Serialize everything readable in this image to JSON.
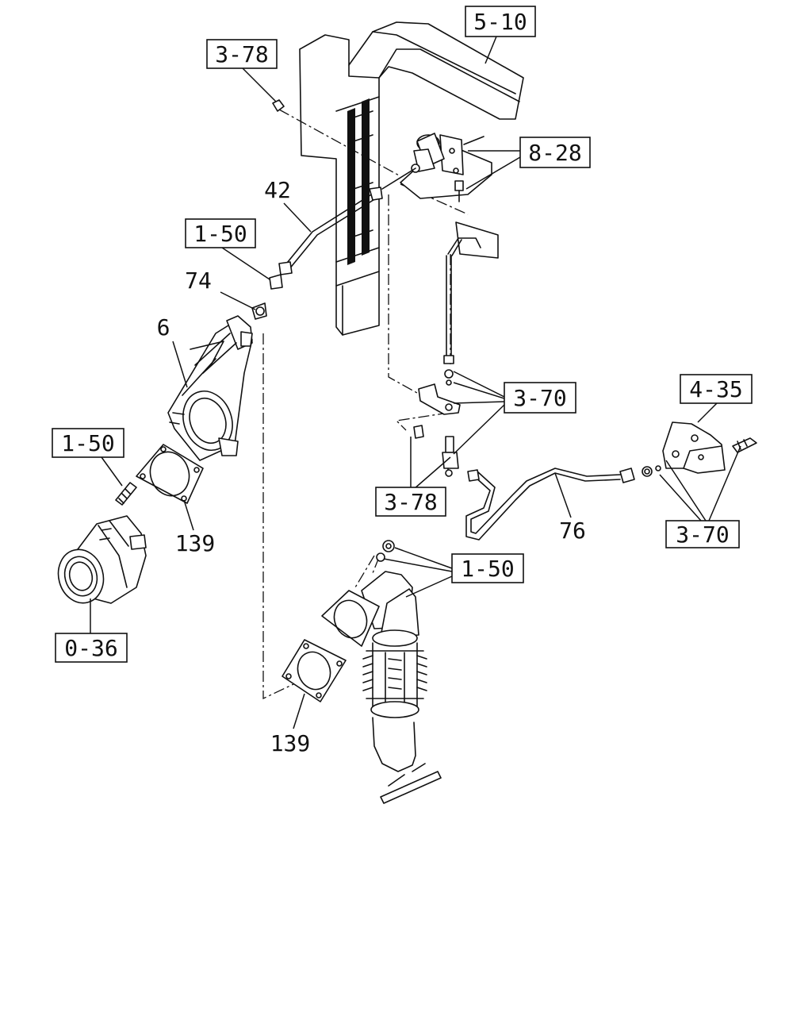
{
  "callouts": {
    "ref_5_10": "5-10",
    "ref_3_78_top": "3-78",
    "ref_8_28": "8-28",
    "ref_1_50_mid": "1-50",
    "ref_3_70_mid": "3-70",
    "ref_4_35": "4-35",
    "ref_1_50_left": "1-50",
    "ref_3_78_bottom": "3-78",
    "ref_3_70_right": "3-70",
    "ref_1_50_bottom": "1-50",
    "ref_0_36": "0-36"
  },
  "part_numbers": {
    "pipe_42": "42",
    "fitting_74": "74",
    "valve_6": "6",
    "gasket_139_upper": "139",
    "pipe_76": "76",
    "gasket_139_lower": "139"
  }
}
